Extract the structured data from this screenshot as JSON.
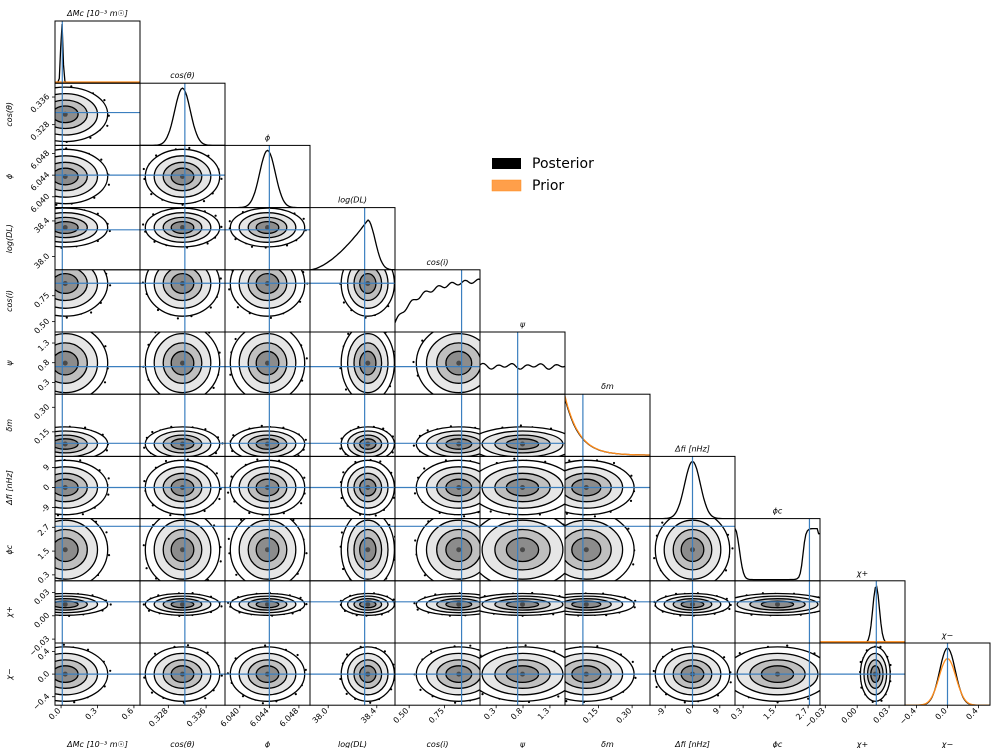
{
  "chart_data": {
    "type": "scatter",
    "subtype": "corner-plot",
    "parameters": [
      {
        "label": "ΔM_c [10^-3 m_☉]",
        "display": "ΔMc [10⁻³ m☉]",
        "ticks": [
          "0.0",
          "0.3",
          "0.6"
        ],
        "range": [
          -0.05,
          0.65
        ],
        "truth": 0.01,
        "hist_shape": "spike-left",
        "prior_shape": "flat"
      },
      {
        "label": "cos(θ)",
        "display": "cos(θ)",
        "ticks": [
          "0.328",
          "0.336"
        ],
        "range": [
          0.322,
          0.34
        ],
        "truth": 0.3315,
        "hist_shape": "gaussian",
        "prior_shape": "none"
      },
      {
        "label": "ϕ",
        "display": "ϕ",
        "ticks": [
          "6.040",
          "6.044",
          "6.048"
        ],
        "range": [
          6.038,
          6.0495
        ],
        "truth": 6.044,
        "hist_shape": "gaussian",
        "prior_shape": "none"
      },
      {
        "label": "log(D_L)",
        "display": "log(DL)",
        "ticks": [
          "38.0",
          "38.4"
        ],
        "range": [
          37.85,
          38.55
        ],
        "truth": 38.3,
        "hist_shape": "skew-right",
        "prior_shape": "none"
      },
      {
        "label": "cos(i)",
        "display": "cos(i)",
        "ticks": [
          "0.50",
          "0.75"
        ],
        "range": [
          0.4,
          1.0
        ],
        "truth": 0.87,
        "hist_shape": "rising",
        "prior_shape": "none"
      },
      {
        "label": "ψ",
        "display": "ψ",
        "ticks": [
          "0.3",
          "0.8",
          "1.3"
        ],
        "range": [
          0.0,
          1.58
        ],
        "truth": 0.7,
        "hist_shape": "flat",
        "prior_shape": "none"
      },
      {
        "label": "δ_m",
        "display": "δm",
        "ticks": [
          "0.15",
          "0.30"
        ],
        "range": [
          0.0,
          0.38
        ],
        "truth": 0.08,
        "hist_shape": "decay",
        "prior_shape": "decay"
      },
      {
        "label": "Δf_i [nHz]",
        "display": "Δfi [nHz]",
        "ticks": [
          "-9",
          "0",
          "9"
        ],
        "range": [
          -14,
          14
        ],
        "truth": 0,
        "hist_shape": "gaussian",
        "prior_shape": "none"
      },
      {
        "label": "ϕ_c",
        "display": "ϕc",
        "ticks": [
          "0.3",
          "1.5",
          "2.7"
        ],
        "range": [
          0.0,
          3.14
        ],
        "truth": 2.75,
        "hist_shape": "bimodal",
        "prior_shape": "none"
      },
      {
        "label": "χ_+",
        "display": "χ+",
        "ticks": [
          "−0.03",
          "0.00",
          "0.03"
        ],
        "range": [
          -0.035,
          0.045
        ],
        "truth": 0.018,
        "hist_shape": "narrow",
        "prior_shape": "flat"
      },
      {
        "label": "χ_−",
        "display": "χ−",
        "ticks": [
          "−0.4",
          "0.0",
          "0.4"
        ],
        "range": [
          -0.55,
          0.55
        ],
        "truth": 0.0,
        "hist_shape": "gaussian",
        "prior_shape": "gaussian"
      }
    ],
    "titles": [
      "ΔMc [10⁻³ m☉]",
      "cos(θ)",
      "ϕ",
      "log(DL)",
      "cos(i)",
      "ψ",
      "δm",
      "Δfi [nHz]",
      "ϕc",
      "χ+",
      "χ−"
    ],
    "legend": [
      {
        "name": "Posterior",
        "color": "#000000"
      },
      {
        "name": "Prior",
        "color": "#ff9f4a"
      }
    ],
    "colors": {
      "posterior": "#000000",
      "prior": "#ff8c1a",
      "truth": "#3b7fbf"
    }
  }
}
